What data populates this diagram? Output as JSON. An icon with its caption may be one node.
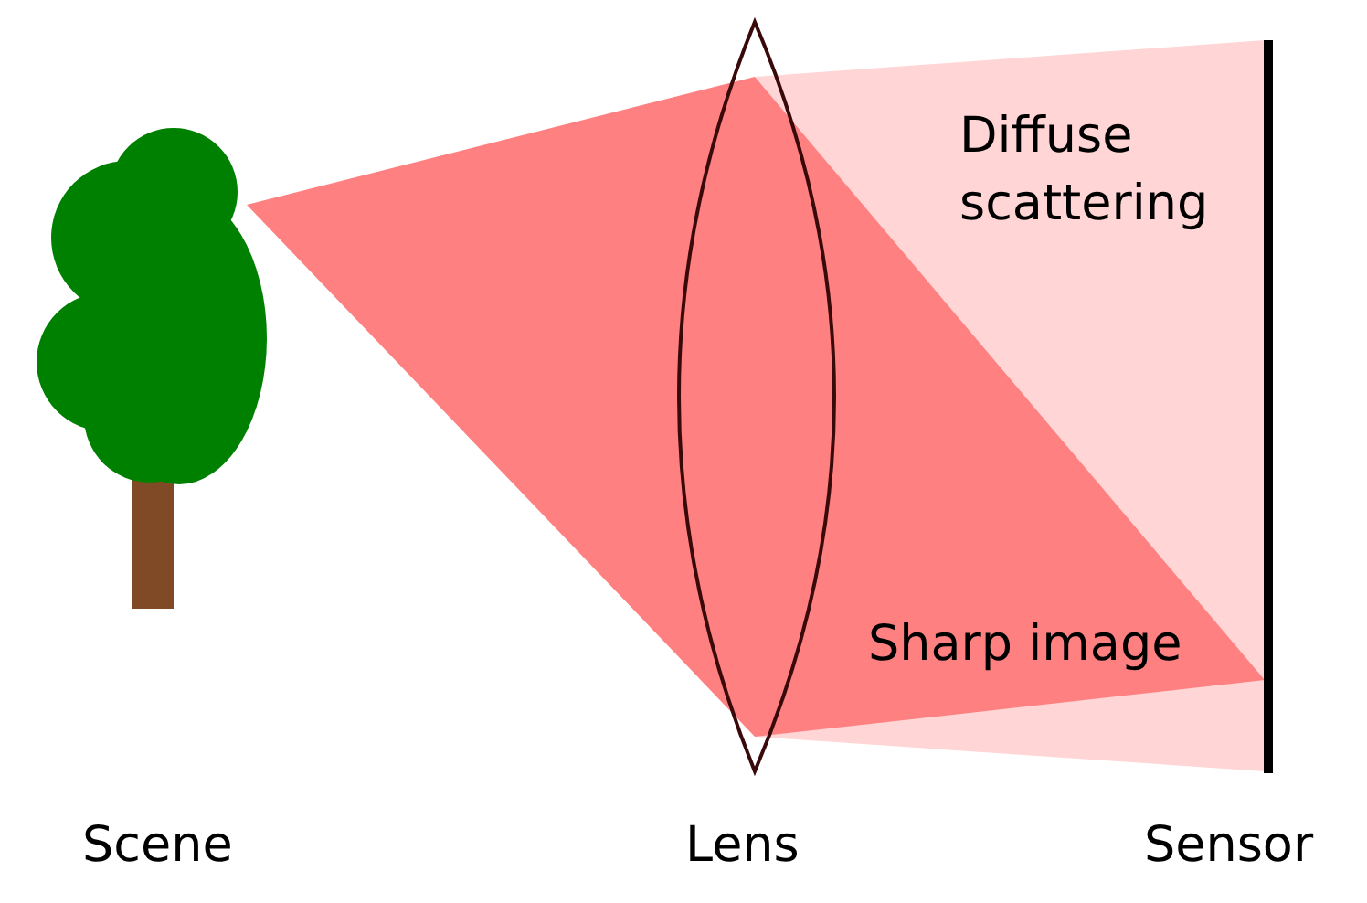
{
  "diagram": {
    "labels": [
      "Diffuse scattering",
      "Sharp image",
      "Scene",
      "Lens",
      "Sensor"
    ]
  }
}
